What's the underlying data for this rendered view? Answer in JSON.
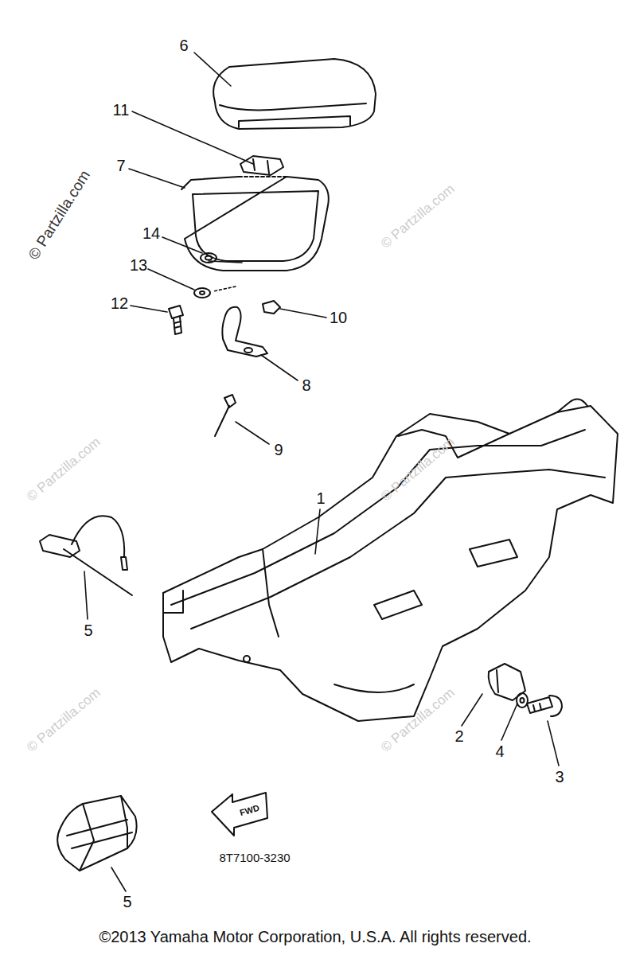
{
  "diagram": {
    "labels": [
      "6",
      "11",
      "7",
      "14",
      "13",
      "12",
      "10",
      "8",
      "9",
      "1",
      "5",
      "2",
      "4",
      "3",
      "5",
      "FWD",
      "8T7100-3230",
      "©2013 Yamaha Motor Corporation, U.S.A. All rights reserved.",
      "© Partzilla.com",
      "© Partzilla.com",
      "© Partzilla.com",
      "© Partzilla.com",
      "© Partzilla.com",
      "© Partzilla.com"
    ]
  }
}
